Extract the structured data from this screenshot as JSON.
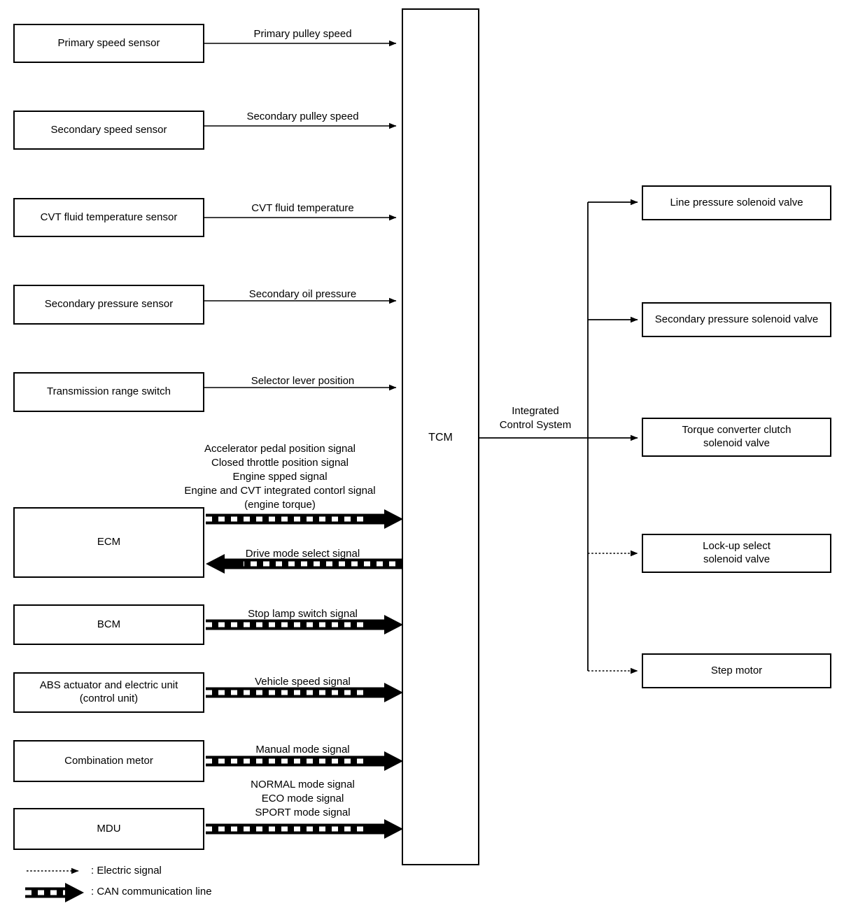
{
  "diagram": {
    "title": "CVT Integrated Control System Block Diagram",
    "colors": {
      "stroke": "#000000",
      "background": "#ffffff",
      "text": "#000000"
    }
  },
  "controller": {
    "name": "TCM",
    "bus_label": "Integrated\nControl System"
  },
  "inputs": [
    {
      "id": "primary-speed-sensor",
      "label": "Primary speed sensor",
      "signal": "Primary pulley speed",
      "line_type": "electric"
    },
    {
      "id": "secondary-speed-sensor",
      "label": "Secondary speed sensor",
      "signal": "Secondary pulley speed",
      "line_type": "electric"
    },
    {
      "id": "cvt-fluid-temperature-sensor",
      "label": "CVT fluid temperature sensor",
      "signal": "CVT fluid temperature",
      "line_type": "electric"
    },
    {
      "id": "secondary-pressure-sensor",
      "label": "Secondary pressure sensor",
      "signal": "Secondary oil pressure",
      "line_type": "electric"
    },
    {
      "id": "transmission-range-switch",
      "label": "Transmission range switch",
      "signal": "Selector lever position",
      "line_type": "electric"
    },
    {
      "id": "ecm",
      "label": "ECM",
      "signal": "Accelerator pedal position signal\nClosed throttle position signal\nEngine spped signal\nEngine and CVT integrated contorl signal\n(engine torque)",
      "line_type": "can"
    },
    {
      "id": "bcm",
      "label": "BCM",
      "signal": "Stop lamp switch signal",
      "line_type": "can"
    },
    {
      "id": "abs-actuator-and-electric-unit",
      "label": "ABS actuator and electric unit\n(control unit)",
      "signal": "Vehicle speed signal",
      "line_type": "can"
    },
    {
      "id": "combination-meter",
      "label": "Combination metor",
      "signal": "Manual mode signal",
      "line_type": "can"
    },
    {
      "id": "mdu",
      "label": "MDU",
      "signal": "NORMAL mode signal\nECO mode signal\nSPORT mode signal",
      "line_type": "can"
    }
  ],
  "return_signal": {
    "id": "drive-mode-select-signal",
    "label": "Drive mode select signal",
    "from": "TCM",
    "to": "ECM",
    "line_type": "can"
  },
  "outputs": [
    {
      "id": "line-pressure-solenoid-valve",
      "label": "Line pressure solenoid valve",
      "line_type": "electric-solid"
    },
    {
      "id": "secondary-pressure-solenoid-valve",
      "label": "Secondary pressure solenoid valve",
      "line_type": "electric-solid"
    },
    {
      "id": "torque-converter-clutch-solenoid-valve",
      "label": "Torque converter clutch\nsolenoid valve",
      "line_type": "electric-solid"
    },
    {
      "id": "lock-up-select-solenoid-valve",
      "label": "Lock-up select\nsolenoid valve",
      "line_type": "electric-dotted"
    },
    {
      "id": "step-motor",
      "label": "Step motor",
      "line_type": "electric-dotted"
    }
  ],
  "legend": [
    {
      "id": "legend-electric-signal",
      "symbol": "electric",
      "label": ": Electric signal"
    },
    {
      "id": "legend-can-communication-line",
      "symbol": "can",
      "label": ": CAN communication line"
    }
  ]
}
